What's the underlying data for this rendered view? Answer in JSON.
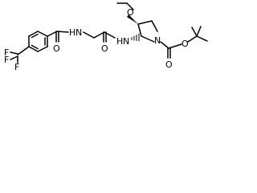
{
  "atoms": {
    "f1": "F",
    "f2": "F",
    "f3": "F",
    "o1": "O",
    "n1": "N",
    "h1": "H",
    "o2": "O",
    "n2": "N",
    "h2": "H",
    "o3": "O",
    "n3": "N",
    "o4": "O",
    "o5": "O"
  }
}
